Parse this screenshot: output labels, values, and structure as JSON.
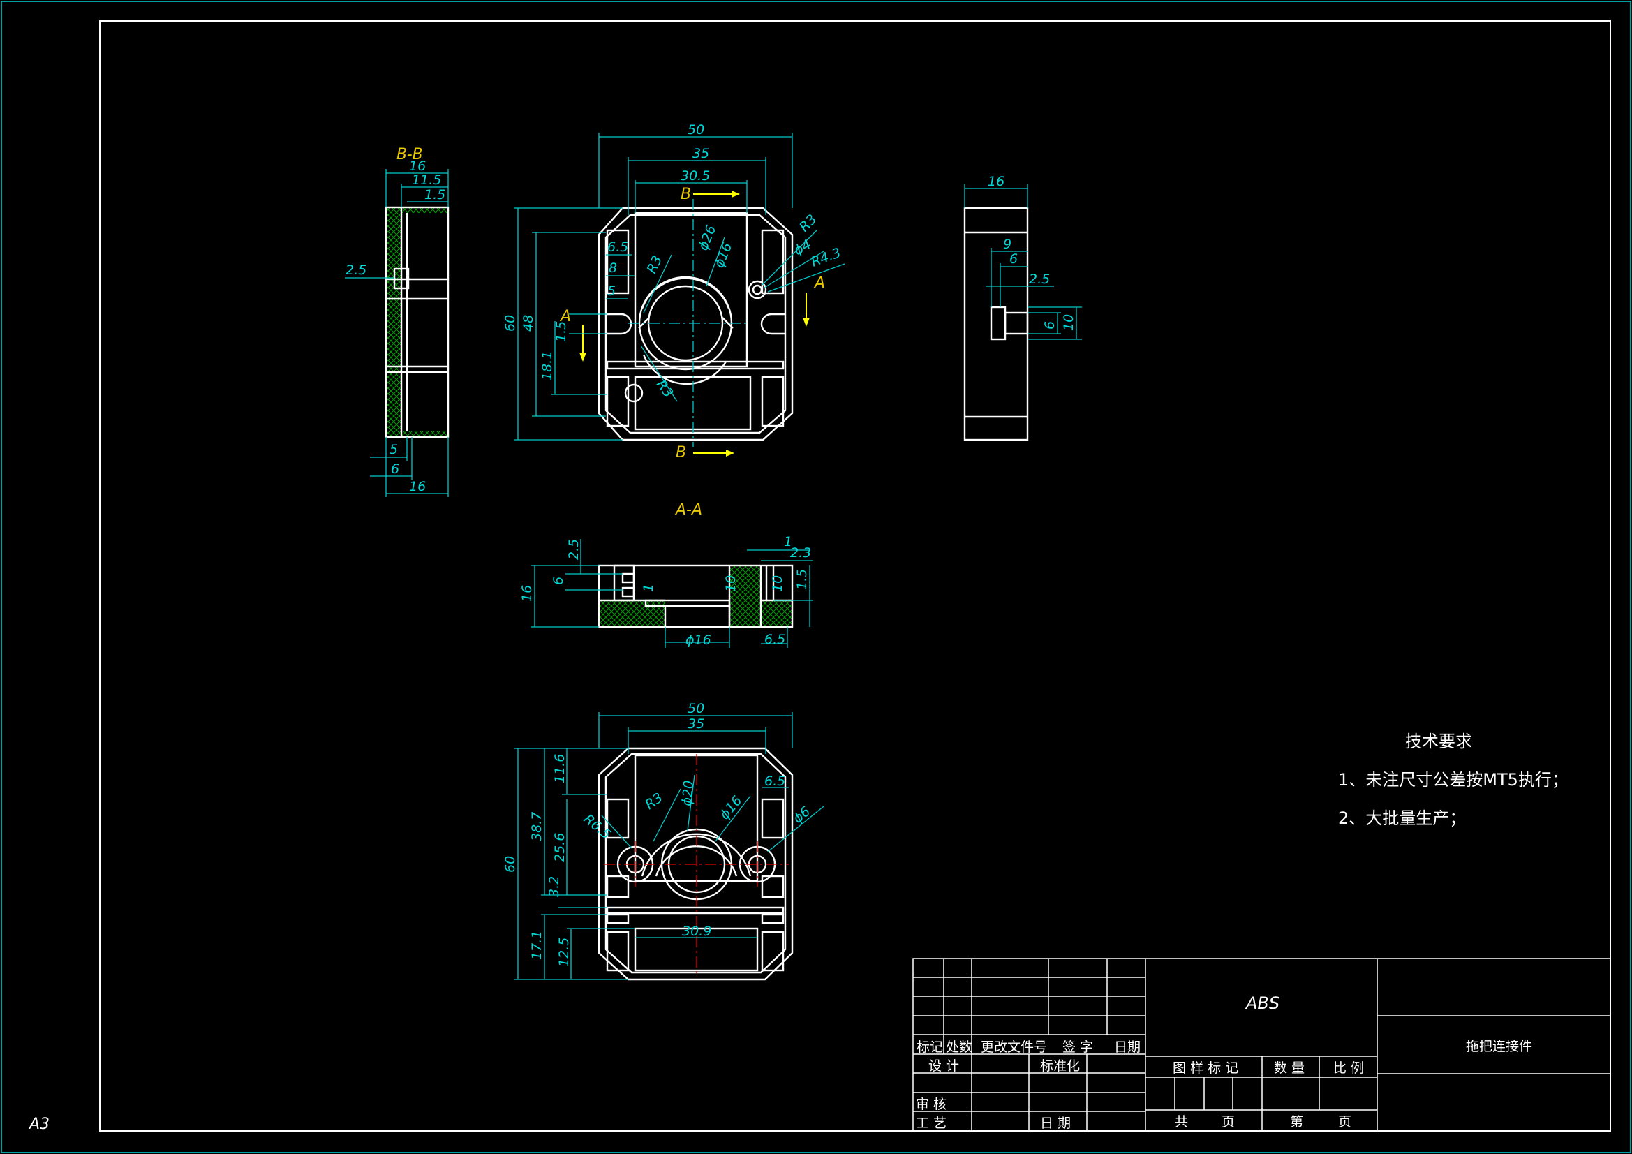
{
  "sheet_size": "A3",
  "section_labels": {
    "bb": "B-B",
    "aa": "A-A",
    "b": "B",
    "a": "A"
  },
  "dims": {
    "top_50": "50",
    "top_35": "35",
    "top_30_5": "30.5",
    "phi26": "ϕ26",
    "phi16": "ϕ16",
    "r3_a": "R3",
    "phi4": "ϕ4",
    "r4_3": "R4.3",
    "r3_b": "R3",
    "r3_c": "R3",
    "d6_5": "6.5",
    "d8": "8",
    "d5": "5",
    "d60": "60",
    "d48": "48",
    "d1_5": "1.5",
    "d18_1": "18.1",
    "bb_16": "16",
    "bb_11_5": "11.5",
    "bb_1_5": "1.5",
    "bb_2_5": "2.5",
    "bb_5": "5",
    "bb_6": "6",
    "bb_16b": "16",
    "side_16": "16",
    "side_9": "9",
    "side_6": "6",
    "side_2_5": "2.5",
    "side_6b": "6",
    "side_10": "10",
    "aa_2_5": "2.5",
    "aa_6": "6",
    "aa_16": "16",
    "aa_1": "1",
    "aa_10": "10",
    "aa_1b": "1",
    "aa_2_3": "2.3",
    "aa_10b": "10",
    "aa_1_5": "1.5",
    "aa_phi16": "ϕ16",
    "aa_6_5": "6.5",
    "bot_50": "50",
    "bot_35": "35",
    "bot_11_6": "11.6",
    "bot_38_7": "38.7",
    "bot_25_6": "25.6",
    "bot_3_2": "3.2",
    "bot_60": "60",
    "bot_17_1": "17.1",
    "bot_12_5": "12.5",
    "bot_r3": "R3",
    "bot_r6_5": "R6.5",
    "bot_phi20": "ϕ20",
    "bot_phi16": "ϕ16",
    "bot_6_5": "6.5",
    "bot_phi6": "ϕ6",
    "bot_30_9": "30.9"
  },
  "notes": {
    "title": "技术要求",
    "items": [
      "1、未注尺寸公差按MT5执行；",
      "2、大批量生产；"
    ]
  },
  "title_block": {
    "material": "ABS",
    "part_name": "拖把连接件",
    "headers": [
      "标记",
      "处数",
      "更改文件号",
      "签 字",
      "日期"
    ],
    "design": "设 计",
    "standard": "标准化",
    "review": "审 核",
    "process": "工 艺",
    "date": "日 期",
    "drawing_mark": "图 样 标 记",
    "qty": "数 量",
    "scale": "比 例",
    "total": "共",
    "page": "页",
    "nth": "第",
    "page2": "页"
  },
  "colors": {
    "line": "#ffffff",
    "dim": "#00c8c8",
    "label": "#e8c800",
    "center": "#e00000",
    "hatch": "#00a000"
  }
}
